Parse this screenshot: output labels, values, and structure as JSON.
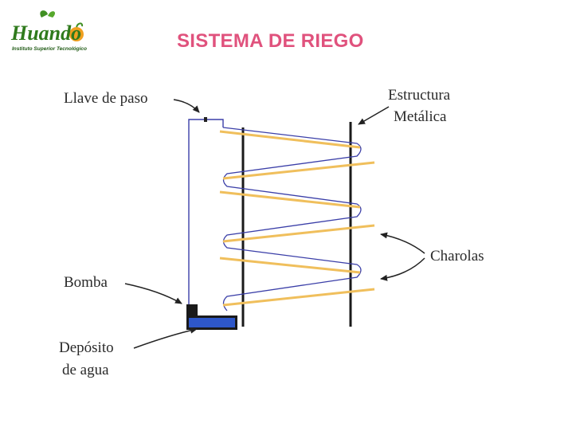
{
  "slide": {
    "title": "SISTEMA DE RIEGO",
    "logo_word": "Huando",
    "logo_subtitle": "Instituto Superior Tecnológico"
  },
  "diagram": {
    "labels": {
      "llave": "Llave de paso",
      "estructura_1": "Estructura",
      "estructura_2": "Metálica",
      "charolas": "Charolas",
      "bomba": "Bomba",
      "deposito_1": "Depósito",
      "deposito_2": "de agua"
    },
    "colors": {
      "tray": "#f0bf5c",
      "pipe": "#3b3fa8",
      "post": "#1a1a1a",
      "pump": "#1a1a1a",
      "tank": "#2e57c9",
      "title": "#e0527d",
      "logo_green": "#2f7a1c",
      "logo_orange": "#f0a020"
    }
  }
}
